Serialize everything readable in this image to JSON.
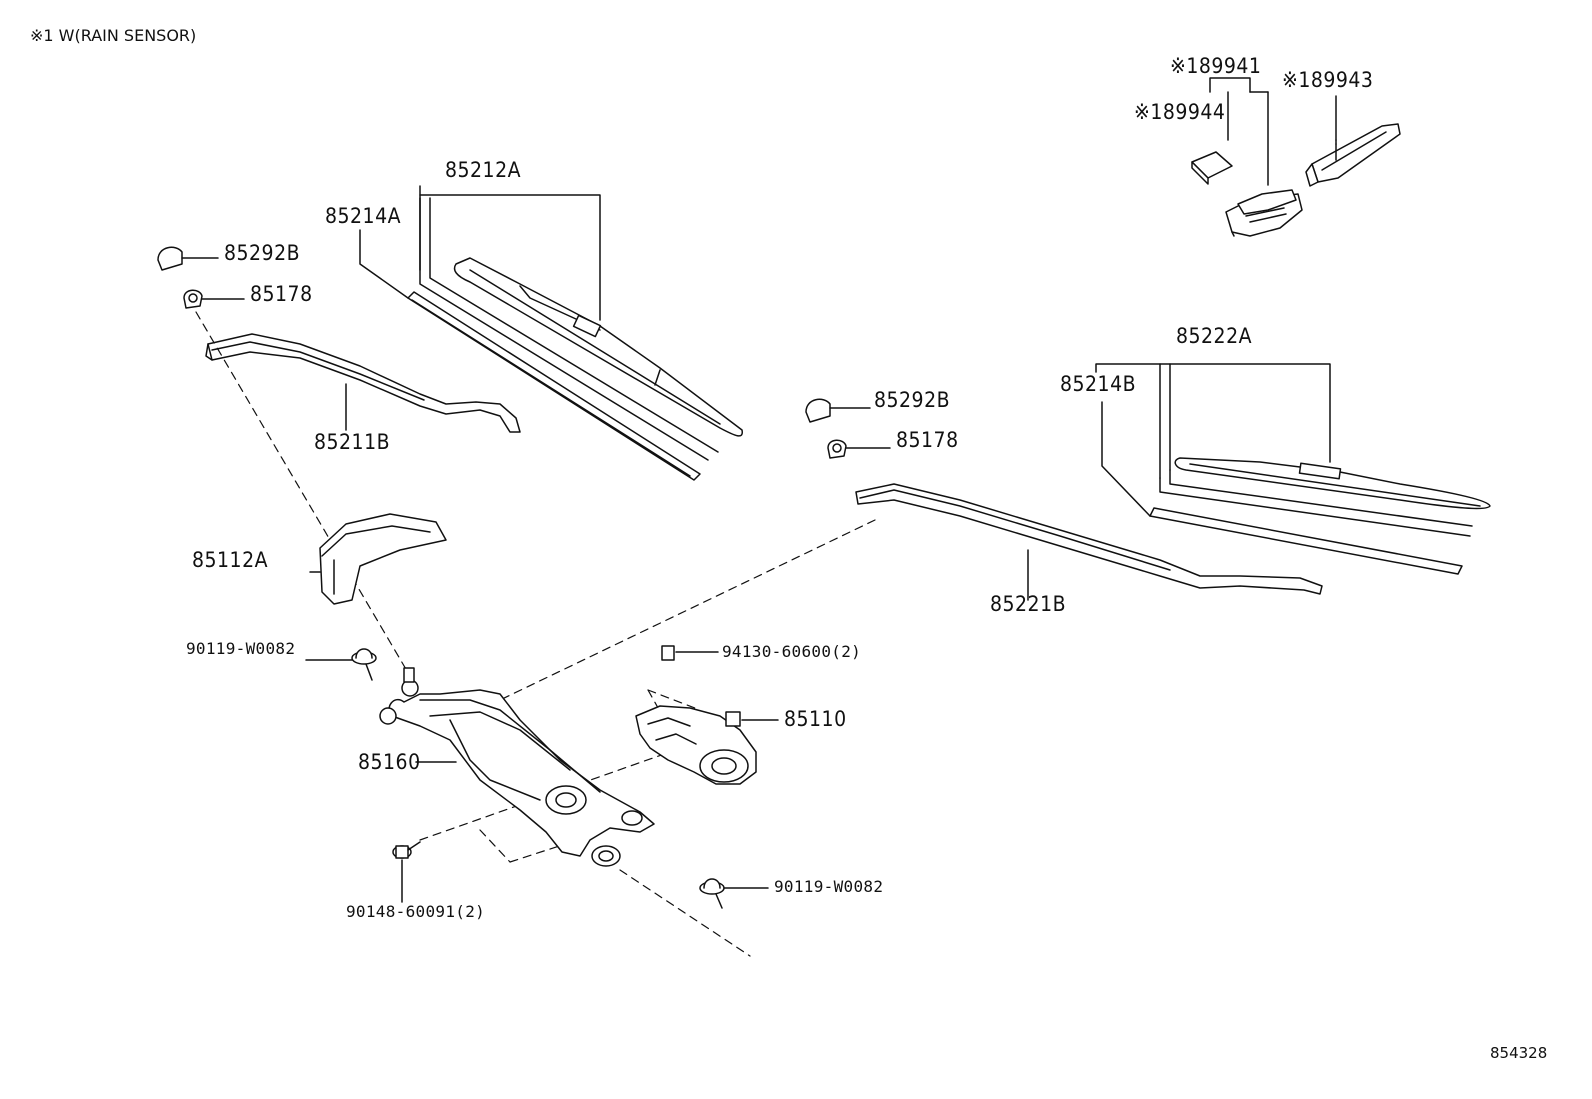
{
  "header": {
    "note": "※1 W(RAIN SENSOR)"
  },
  "footer": {
    "diagram_number": "854328"
  },
  "callouts": {
    "c89941": "※189941",
    "c89943": "※189943",
    "c89944": "※189944",
    "c85212A": "85212A",
    "c85214A": "85214A",
    "c85292B_left": "85292B",
    "c85178_left": "85178",
    "c85211B": "85211B",
    "c85222A": "85222A",
    "c85214B": "85214B",
    "c85292B_right": "85292B",
    "c85178_right": "85178",
    "c85221B": "85221B",
    "c85112A": "85112A",
    "c90119_top": "90119-W0082",
    "c94130": "94130-60600(2)",
    "c85110": "85110",
    "c85160": "85160",
    "c90148": "90148-60091(2)",
    "c90119_bottom": "90119-W0082"
  }
}
